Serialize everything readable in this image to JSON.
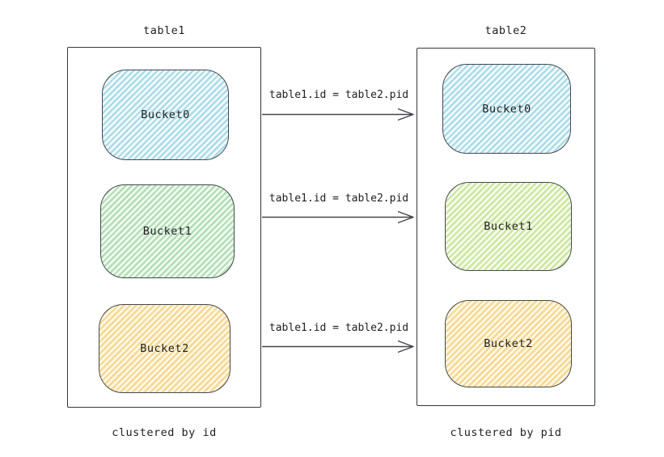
{
  "diagram": {
    "left_table": {
      "title": "table1",
      "caption": "clustered by id",
      "buckets": [
        {
          "label": "Bucket0",
          "color": "blue"
        },
        {
          "label": "Bucket1",
          "color": "green"
        },
        {
          "label": "Bucket2",
          "color": "yellow"
        }
      ]
    },
    "right_table": {
      "title": "table2",
      "caption": "clustered by pid",
      "buckets": [
        {
          "label": "Bucket0",
          "color": "blue"
        },
        {
          "label": "Bucket1",
          "color": "lime-green"
        },
        {
          "label": "Bucket2",
          "color": "yellow"
        }
      ]
    },
    "arrows": [
      {
        "label": "table1.id = table2.pid"
      },
      {
        "label": "table1.id = table2.pid"
      },
      {
        "label": "table1.id = table2.pid"
      }
    ],
    "colors": {
      "bucket_blue": "#a9dbe9",
      "bucket_green": "#b0deb4",
      "bucket_lime": "#c9e79e",
      "bucket_yellow": "#f6d88f",
      "stroke": "#43464b",
      "box_stroke": "#33373c",
      "text": "#1f1f1f"
    }
  }
}
